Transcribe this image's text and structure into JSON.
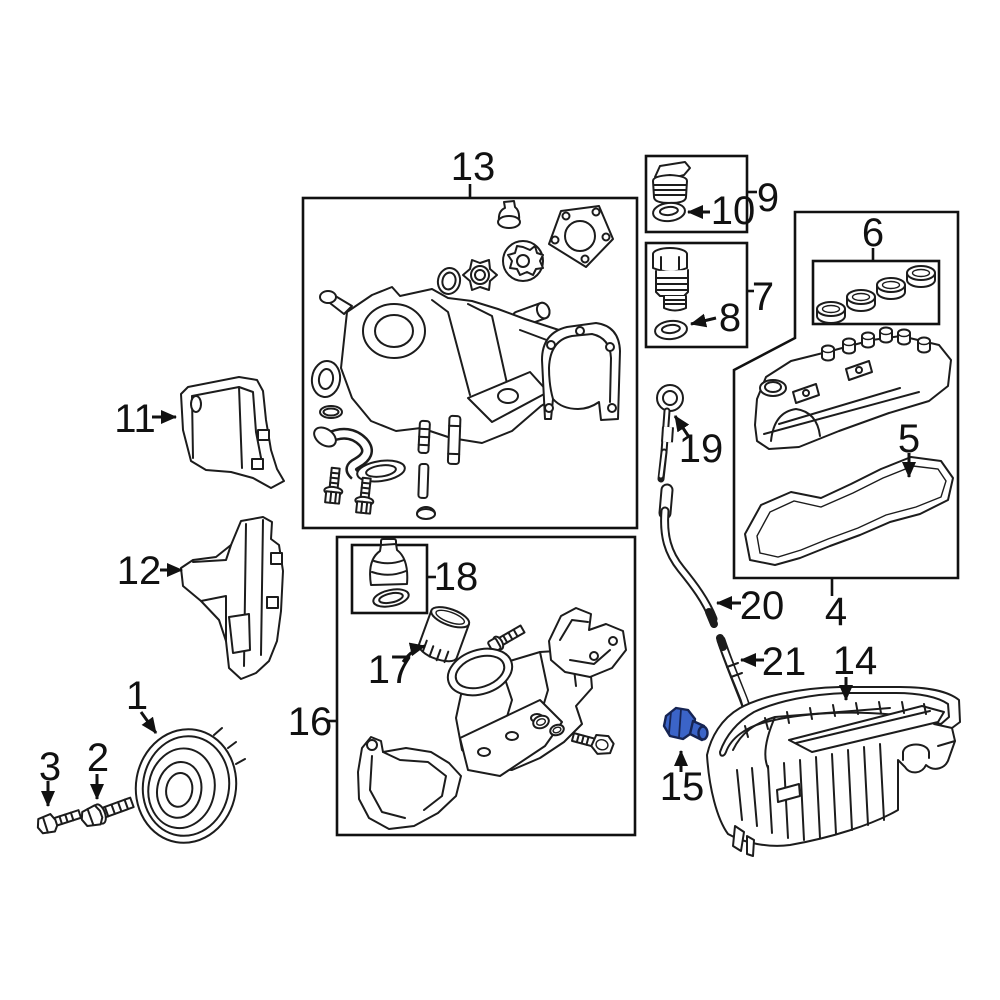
{
  "diagram": {
    "background": "#ffffff",
    "line_color": "#1c1c1c",
    "label_color": "#111111",
    "highlight_fill": "#3b64c8",
    "highlight_stroke": "#162453",
    "highlighted_part_callout": "15",
    "callouts": {
      "c1": "1",
      "c2": "2",
      "c3": "3",
      "c4": "4",
      "c5": "5",
      "c6": "6",
      "c7": "7",
      "c8": "8",
      "c9": "9",
      "c10": "10",
      "c11": "11",
      "c12": "12",
      "c13": "13",
      "c14": "14",
      "c15": "15",
      "c16": "16",
      "c17": "17",
      "c18": "18",
      "c19": "19",
      "c20": "20",
      "c21": "21"
    }
  }
}
